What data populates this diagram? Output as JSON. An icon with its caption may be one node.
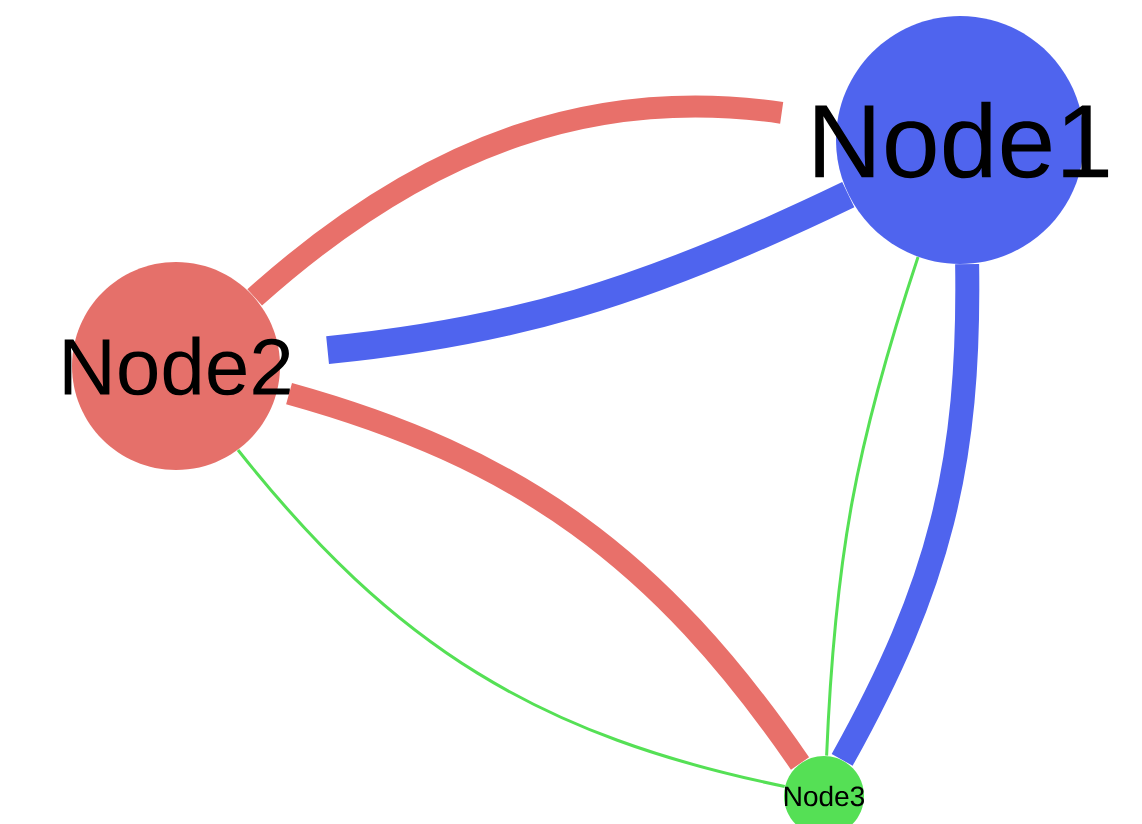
{
  "diagram": {
    "nodes": [
      {
        "text": [
          "Node1"
        ]
      },
      {
        "text": [
          "Node2"
        ]
      },
      {
        "text": [
          "Node3"
        ]
      }
    ],
    "edges": [
      {
        "from": 1,
        "to": 0,
        "arrow": "none",
        "color": "#e8706a"
      },
      {
        "from": 0,
        "to": 1,
        "arrow": "none",
        "color": "#4f64ee"
      },
      {
        "from": 1,
        "to": 2,
        "arrow": "none",
        "color": "#e8706a"
      },
      {
        "from": 0,
        "to": 2,
        "arrow": "none",
        "color": "#4f64ee"
      },
      {
        "from": 2,
        "to": 0,
        "arrow": "none",
        "color": "#55e055"
      },
      {
        "from": 2,
        "to": 1,
        "arrow": "none",
        "color": "#55e055"
      }
    ]
  }
}
